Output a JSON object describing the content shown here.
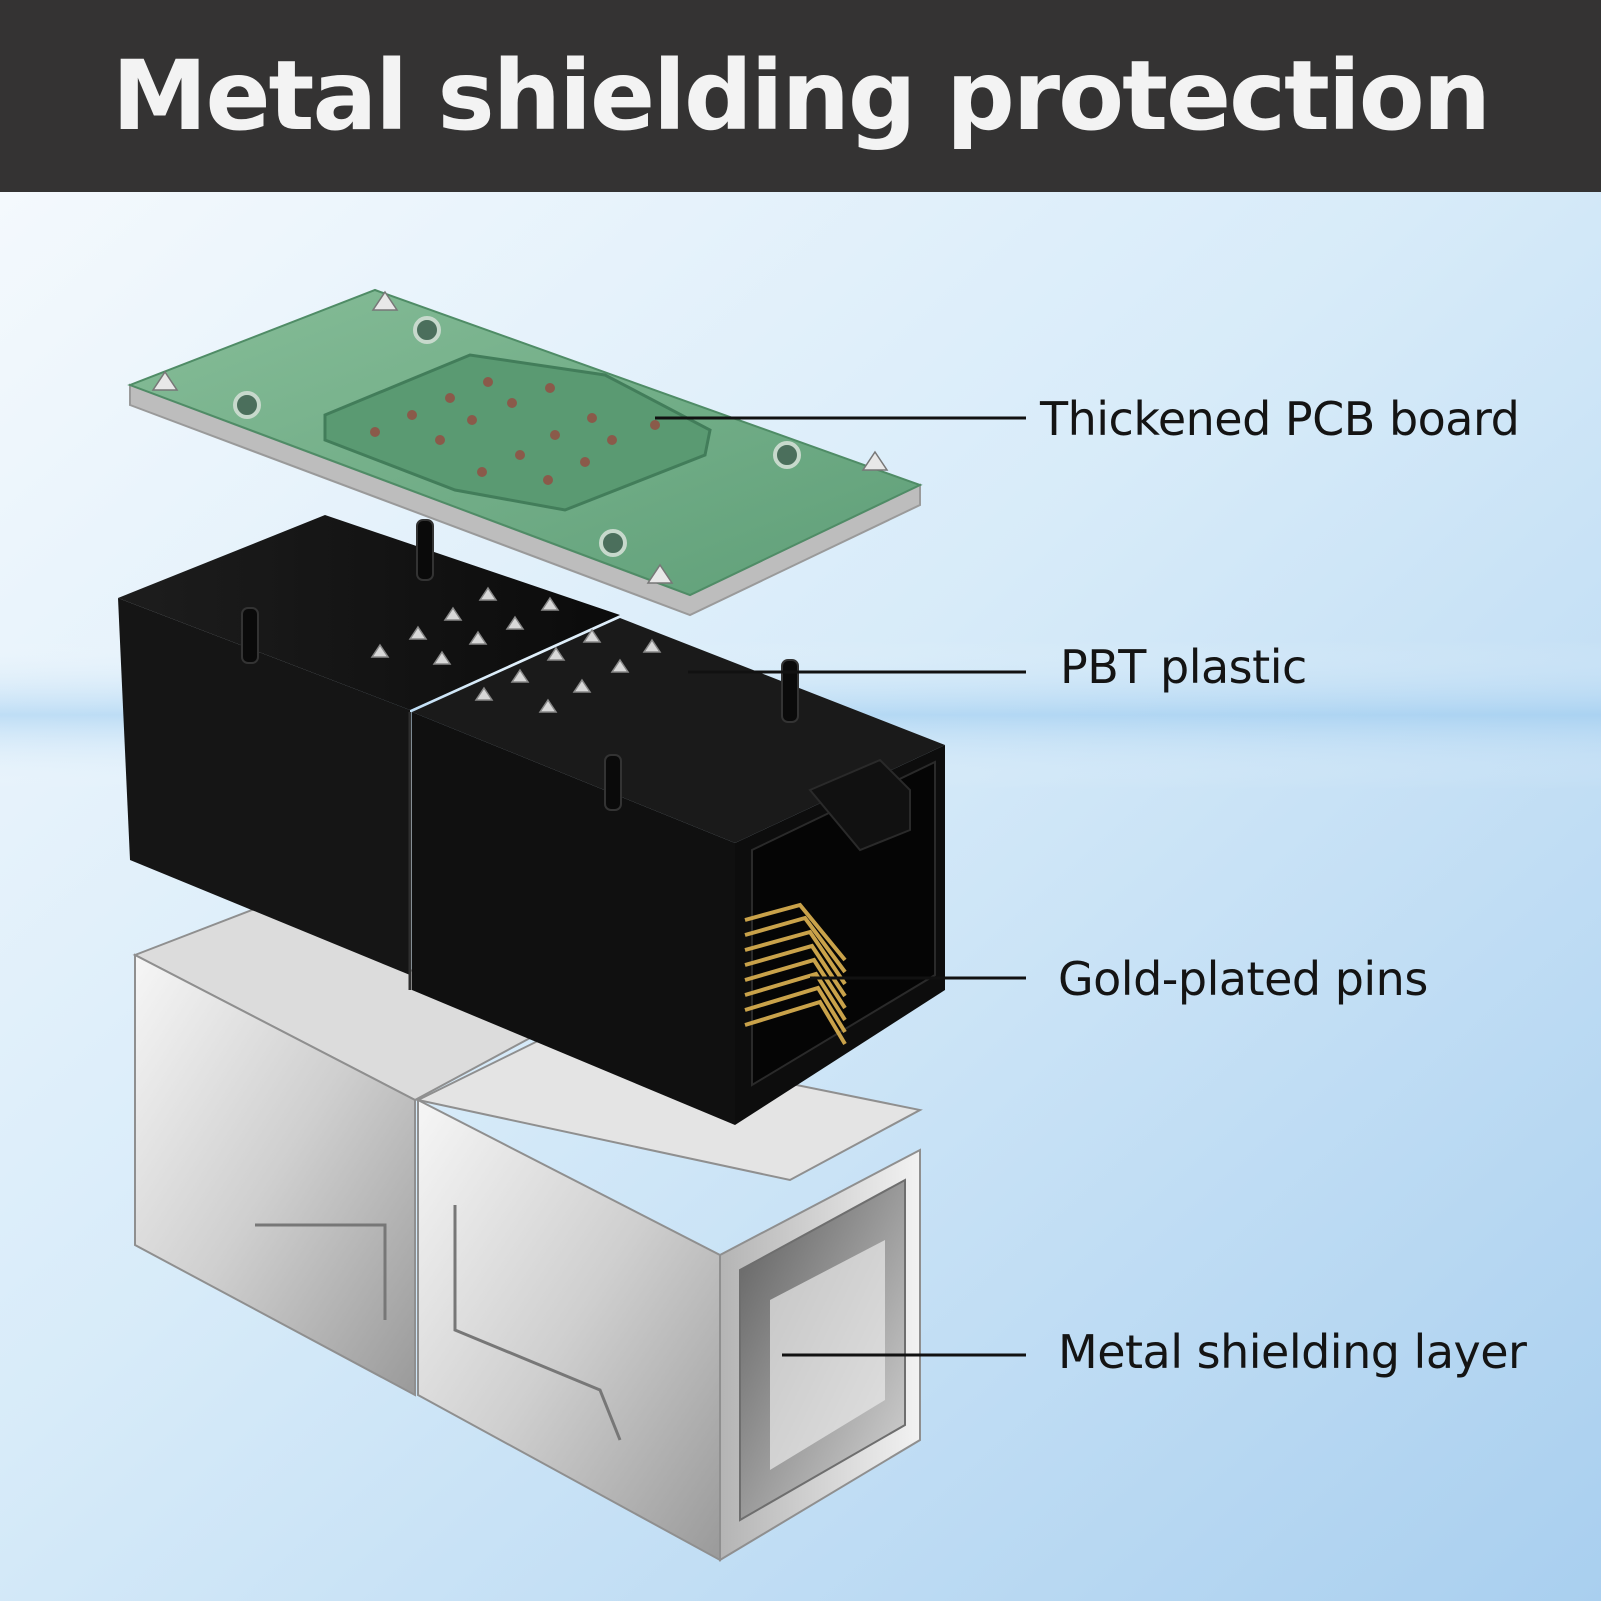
{
  "header": {
    "title": "Metal shielding protection",
    "background_color": "#343333",
    "text_color": "#f3f3f3"
  },
  "illustration": {
    "subject": "rj45-coupler-exploded-view",
    "parts": [
      "pcb-board",
      "plastic-housing",
      "gold-pins",
      "metal-shield"
    ]
  },
  "callouts": [
    {
      "label": "Thickened PCB board"
    },
    {
      "label": "PBT plastic"
    },
    {
      "label": "Gold-plated pins"
    },
    {
      "label": "Metal shielding layer"
    }
  ],
  "colors": {
    "background_light": "#f2f8fd",
    "background_blue": "#aed3f0",
    "pcb_green": "#6fae8a",
    "pcb_trace": "#5a9a72",
    "housing_black": "#141414",
    "metal_light": "#e6e6e6",
    "metal_dark": "#8a8a8a",
    "gold": "#c9a24a",
    "leader_line": "#111111"
  }
}
